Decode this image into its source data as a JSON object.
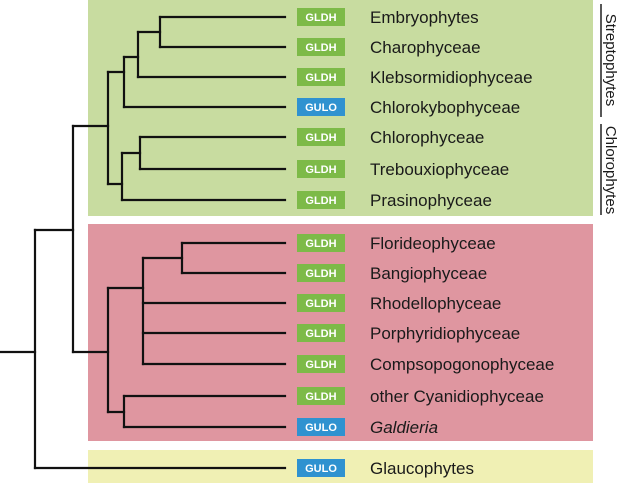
{
  "colors": {
    "green_panel": "#c8dca0",
    "red_panel": "#df96a0",
    "yellow_panel": "#f0f0b4",
    "gldh_badge": "#7dba48",
    "gulo_badge": "#2f92d0",
    "line": "#111111"
  },
  "badges": {
    "GLDH": "GLDH",
    "GULO": "GULO"
  },
  "taxa": [
    {
      "name": "Embryophytes",
      "enzyme": "GLDH",
      "italic": false
    },
    {
      "name": "Charophyceae",
      "enzyme": "GLDH",
      "italic": false
    },
    {
      "name": "Klebsormidiophyceae",
      "enzyme": "GLDH",
      "italic": false
    },
    {
      "name": "Chlorokybophyceae",
      "enzyme": "GULO",
      "italic": false
    },
    {
      "name": "Chlorophyceae",
      "enzyme": "GLDH",
      "italic": false
    },
    {
      "name": "Trebouxiophyceae",
      "enzyme": "GLDH",
      "italic": false
    },
    {
      "name": "Prasinophyceae",
      "enzyme": "GLDH",
      "italic": false
    },
    {
      "name": "Florideophyceae",
      "enzyme": "GLDH",
      "italic": false
    },
    {
      "name": "Bangiophyceae",
      "enzyme": "GLDH",
      "italic": false
    },
    {
      "name": "Rhodellophyceae",
      "enzyme": "GLDH",
      "italic": false
    },
    {
      "name": "Porphyridiophyceae",
      "enzyme": "GLDH",
      "italic": false
    },
    {
      "name": "Compsopogonophyceae",
      "enzyme": "GLDH",
      "italic": false
    },
    {
      "name": "other Cyanidiophyceae",
      "enzyme": "GLDH",
      "italic": false
    },
    {
      "name": "Galdieria",
      "enzyme": "GULO",
      "italic": true
    },
    {
      "name": "Glaucophytes",
      "enzyme": "GULO",
      "italic": false
    }
  ],
  "groups": {
    "streptophytes": "Streptophytes",
    "chlorophytes": "Chlorophytes"
  }
}
